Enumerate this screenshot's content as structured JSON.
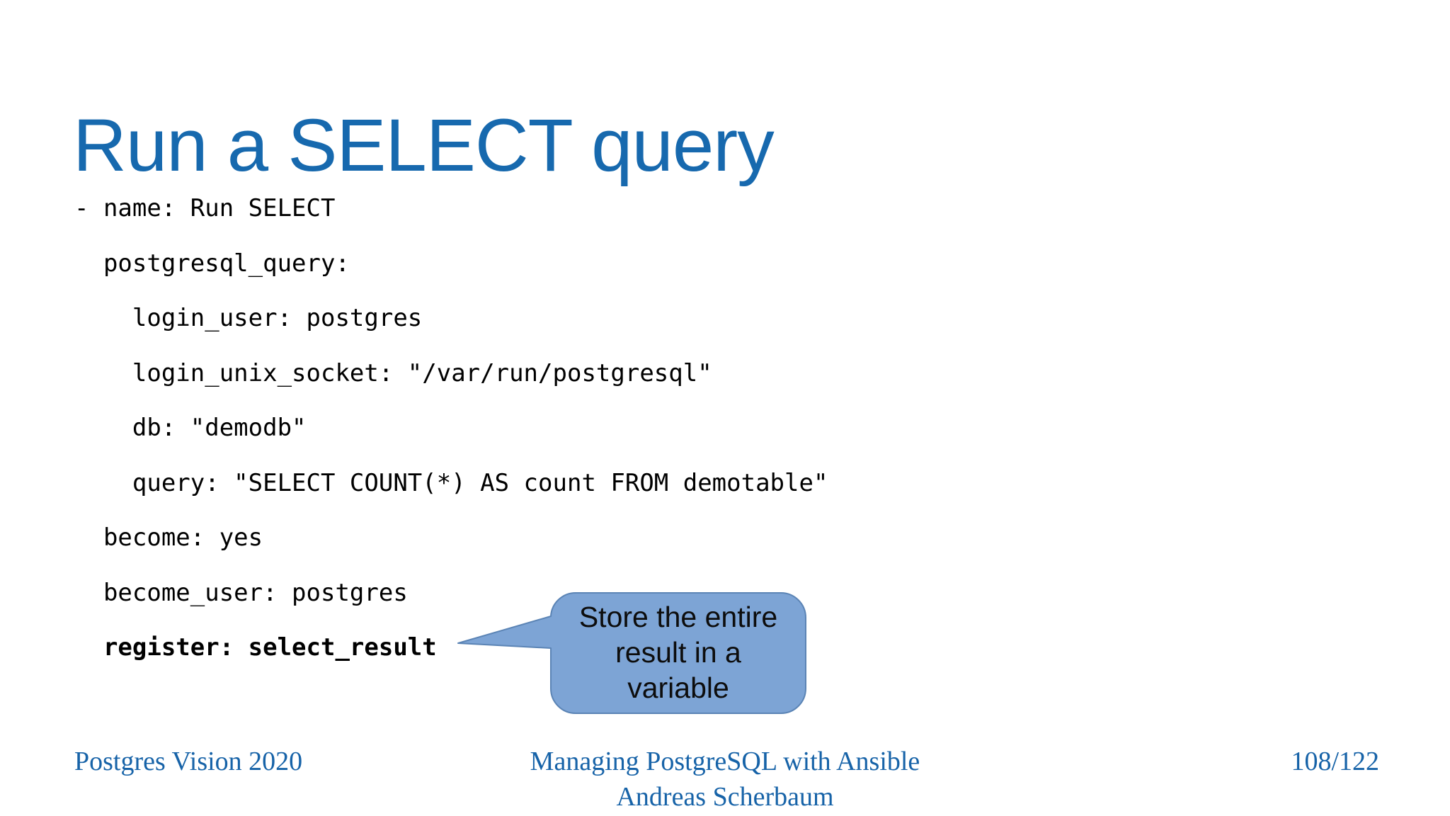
{
  "slide": {
    "title": "Run a SELECT query",
    "code_lines": [
      {
        "text": "- name: Run SELECT",
        "bold": false
      },
      {
        "text": "  postgresql_query:",
        "bold": false
      },
      {
        "text": "    login_user: postgres",
        "bold": false
      },
      {
        "text": "    login_unix_socket: \"/var/run/postgresql\"",
        "bold": false
      },
      {
        "text": "    db: \"demodb\"",
        "bold": false
      },
      {
        "text": "    query: \"SELECT COUNT(*) AS count FROM demotable\"",
        "bold": false
      },
      {
        "text": "  become: yes",
        "bold": false
      },
      {
        "text": "  become_user: postgres",
        "bold": false
      },
      {
        "text": "  register: select_result",
        "bold": true
      }
    ],
    "callout": {
      "line1": "Store the entire",
      "line2": "result in a",
      "line3": "variable",
      "fill": "#7da4d5",
      "border": "#5b84b5"
    },
    "footer": {
      "left": "Postgres Vision 2020",
      "center_line1": "Managing PostgreSQL with Ansible",
      "center_line2": "Andreas Scherbaum",
      "page": "108/122"
    },
    "colors": {
      "title": "#1769ae",
      "footer": "#1763a8",
      "code": "#000000",
      "background": "#ffffff"
    }
  }
}
